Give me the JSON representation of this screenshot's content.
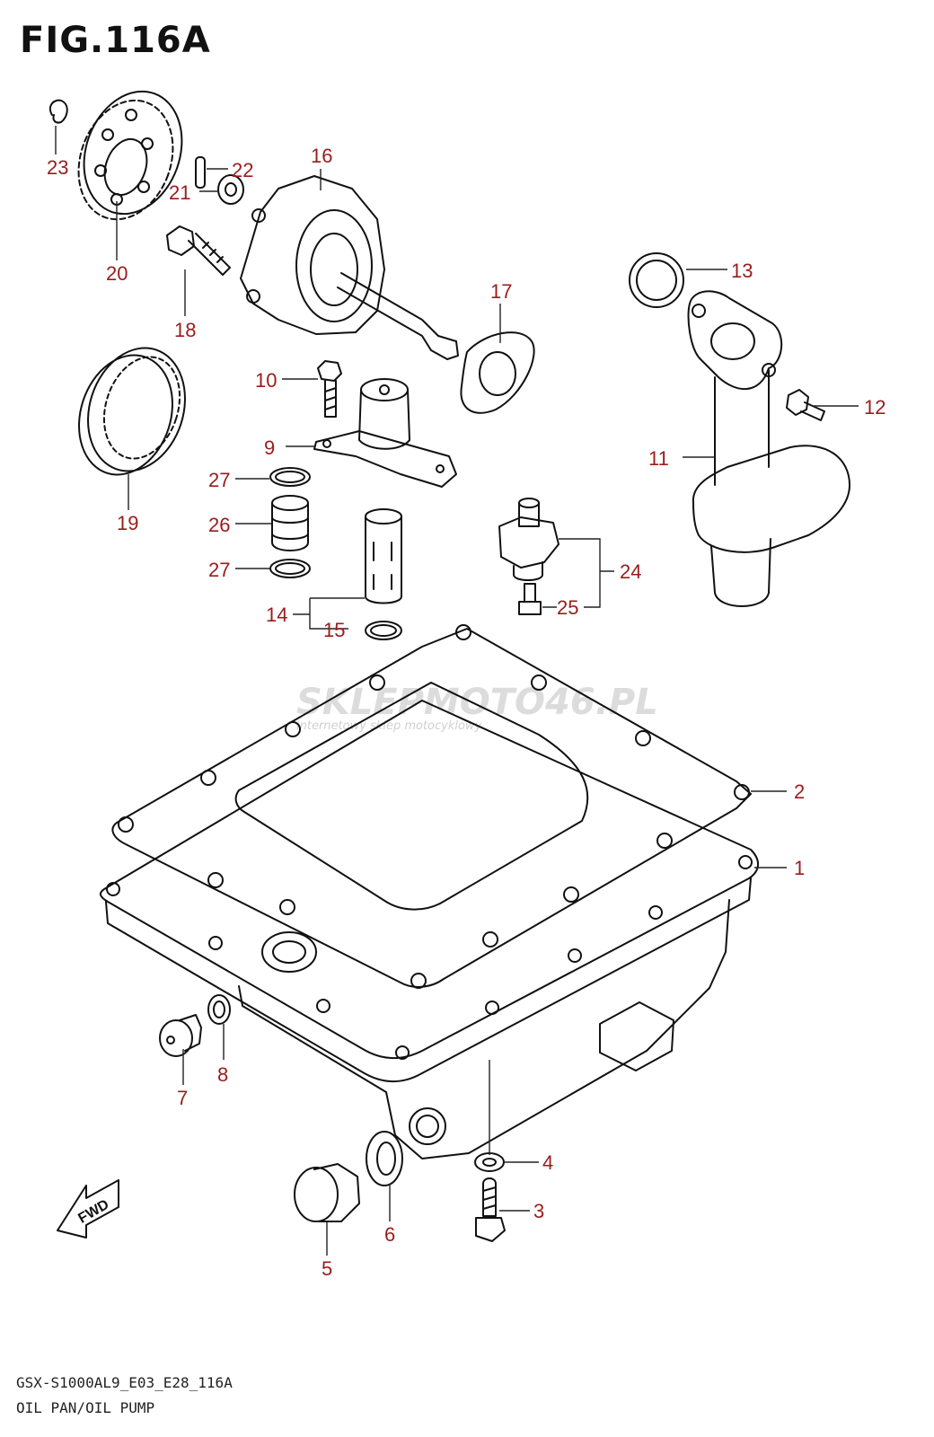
{
  "figure": {
    "title": "FIG.116A",
    "model_code": "GSX-S1000AL9_E03_E28_116A",
    "name": "OIL PAN/OIL PUMP"
  },
  "watermark": {
    "brand": "SKLEPMOTO46.PL",
    "tagline": "internetowy sklep motocyklowy"
  },
  "fwd_label": "FWD",
  "callouts": {
    "c1": "1",
    "c2": "2",
    "c3": "3",
    "c4": "4",
    "c5": "5",
    "c6": "6",
    "c7": "7",
    "c8": "8",
    "c9": "9",
    "c10": "10",
    "c11": "11",
    "c12": "12",
    "c13": "13",
    "c14": "14",
    "c15": "15",
    "c16": "16",
    "c17": "17",
    "c18": "18",
    "c19": "19",
    "c20": "20",
    "c21": "21",
    "c22": "22",
    "c23": "23",
    "c24": "24",
    "c25": "25",
    "c26": "26",
    "c27a": "27",
    "c27b": "27"
  },
  "colors": {
    "callout": "#9b1c1c",
    "line": "#111111"
  }
}
